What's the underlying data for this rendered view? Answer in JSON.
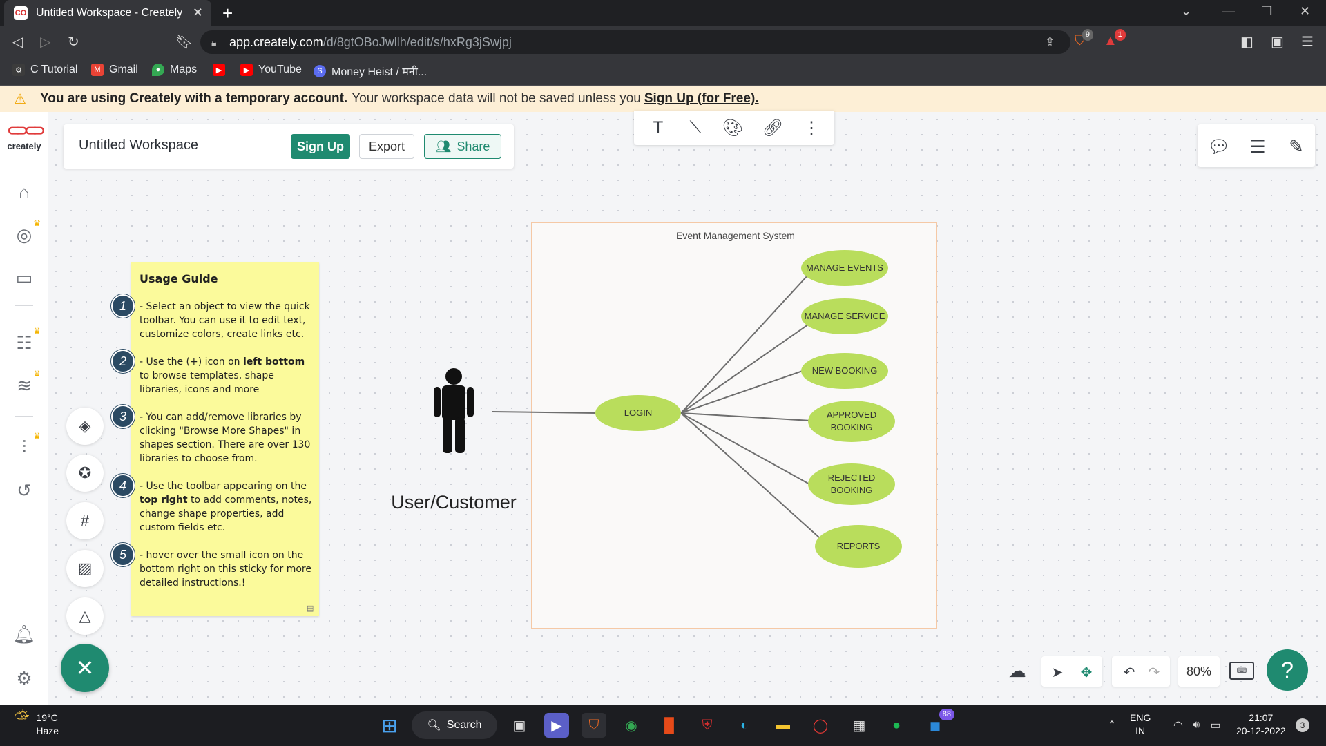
{
  "browser": {
    "tab_title": "Untitled Workspace - Creately",
    "favicon_text": "CO",
    "url_host": "app.creately.com",
    "url_path": "/d/8gtOBoJwllh/edit/s/hxRg3jSwjpj",
    "brave_badge": "9",
    "alert_badge": "1",
    "bookmarks": [
      {
        "label": "C Tutorial",
        "icon": "c-tutorial-icon",
        "color": "#3c3c3c"
      },
      {
        "label": "Gmail",
        "icon": "gmail-icon",
        "color": "#ea4335"
      },
      {
        "label": "Maps",
        "icon": "maps-pin-icon",
        "color": "#34a853"
      },
      {
        "label": "",
        "icon": "youtube-icon",
        "color": "#ff0000"
      },
      {
        "label": "YouTube",
        "icon": "youtube-icon",
        "color": "#ff0000"
      },
      {
        "label": "Money Heist / मनी...",
        "icon": "money-heist-icon",
        "color": "#5b6cf0"
      }
    ]
  },
  "banner": {
    "bold": "You are using Creately with a temporary account.",
    "text": "Your workspace data will not be saved unless you",
    "link": "Sign Up (for Free)."
  },
  "logo": {
    "text": "creately",
    "rings": "⊂⊃⊂⊃"
  },
  "workspace": {
    "title": "Untitled Workspace",
    "signup_label": "Sign Up",
    "export_label": "Export",
    "share_label": "Share"
  },
  "sticky": {
    "title": "Usage Guide",
    "steps": [
      {
        "num": "1",
        "text_a": "- Select an object to view the quick toolbar. You can use it to edit text, customize colors, create links etc.",
        "bold": "",
        "text_b": ""
      },
      {
        "num": "2",
        "text_a": "- Use the (+) icon on ",
        "bold": "left bottom",
        "text_b": " to browse templates, shape libraries, icons and more"
      },
      {
        "num": "3",
        "text_a": "- You can add/remove libraries by clicking \"Browse More Shapes\" in shapes section. There are over 130 libraries to choose from.",
        "bold": "",
        "text_b": ""
      },
      {
        "num": "4",
        "text_a": "- Use the toolbar appearing on the ",
        "bold": "top right",
        "text_b": " to add comments, notes, change shape properties, add custom fields etc."
      },
      {
        "num": "5",
        "text_a": "- hover over the small icon on the bottom right on this sticky for more detailed instructions.!",
        "bold": "",
        "text_b": ""
      }
    ]
  },
  "diagram": {
    "system_title": "Event Management System",
    "actor_label": "User/Customer",
    "login_label": "LOGIN",
    "usecases": [
      {
        "label": "MANAGE EVENTS"
      },
      {
        "label": "MANAGE SERVICE"
      },
      {
        "label": "NEW BOOKING"
      },
      {
        "label": "APPROVED BOOKING"
      },
      {
        "label": "REJECTED BOOKING"
      },
      {
        "label": "REPORTS"
      }
    ],
    "colors": {
      "usecase_fill": "#b9dd5c",
      "system_border": "#f5c9a6",
      "link": "#6e6e6e"
    }
  },
  "controls": {
    "zoom": "80%",
    "help": "?",
    "fab": "✕"
  },
  "taskbar": {
    "temp": "19°C",
    "weather": "Haze",
    "search_label": "Search",
    "lang": "ENG",
    "region": "IN",
    "time": "21:07",
    "date": "20-12-2022",
    "notif_count": "3",
    "teams_badge": "88"
  },
  "colors": {
    "accent": "#1f8a70",
    "banner_bg": "#fdefd6",
    "sticky_bg": "#fbfa9b"
  }
}
